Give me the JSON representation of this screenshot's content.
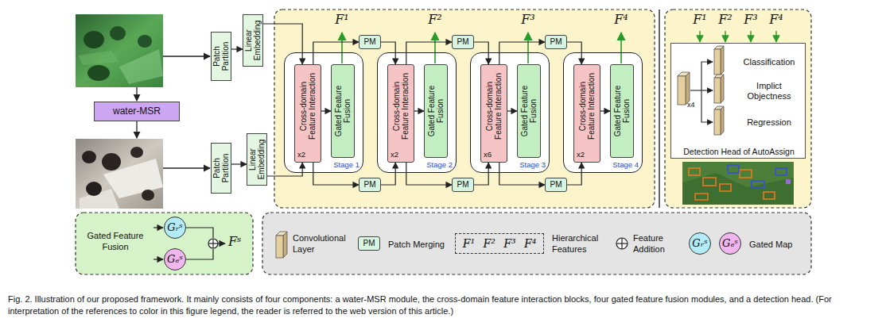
{
  "diagram": {
    "caption": "Fig. 2. Illustration of our proposed framework. It mainly consists of four components: a water-MSR module, the cross-domain feature interaction blocks, four gated feature fusion modules, and a detection head. (For interpretation of the references to color in this figure legend, the reader is referred to the web version of this article.)",
    "nodes": [
      {
        "text": [
          "water-MSR"
        ]
      },
      {
        "text": [
          "Patch Partition"
        ]
      },
      {
        "text": [
          "Linear Embedding"
        ]
      },
      {
        "text": [
          "Patch Partition"
        ]
      },
      {
        "text": [
          "Linear Embedding"
        ]
      },
      {
        "text": [
          "Stage 1"
        ]
      },
      {
        "text": [
          "Cross-domain Feature Interaction",
          "x2"
        ],
        "in": 5
      },
      {
        "text": [
          "Gated Feature Fusion"
        ],
        "in": 5
      },
      {
        "text": [
          "Stage 2"
        ]
      },
      {
        "text": [
          "Cross-domain Feature Interaction",
          "x2"
        ],
        "in": 8
      },
      {
        "text": [
          "Gated Feature Fusion"
        ],
        "in": 8
      },
      {
        "text": [
          "Stage 3"
        ]
      },
      {
        "text": [
          "Cross-domain Feature Interaction",
          "x6"
        ],
        "in": 11
      },
      {
        "text": [
          "Gated Feature Fusion"
        ],
        "in": 11
      },
      {
        "text": [
          "Stage 4"
        ]
      },
      {
        "text": [
          "Cross-domain Feature Interaction",
          "x2"
        ],
        "in": 14
      },
      {
        "text": [
          "Gated Feature Fusion"
        ],
        "in": 14
      },
      {
        "text": [
          "PM"
        ]
      },
      {
        "text": [
          "PM"
        ]
      },
      {
        "text": [
          "PM"
        ]
      },
      {
        "text": [
          "PM"
        ]
      },
      {
        "text": [
          "PM"
        ]
      },
      {
        "text": [
          "PM"
        ]
      },
      {
        "text": [
          "x4",
          "Classification",
          "Implict Objectness",
          "Regression",
          "Detection Head of AutoAssign"
        ]
      },
      {
        "text": [
          "Gated Feature Fusion"
        ]
      },
      {
        "text": [
          "Gᵣˢ"
        ],
        "in": 24
      },
      {
        "text": [
          "Gₑˢ"
        ],
        "in": 24
      },
      {
        "text": [
          "PM"
        ]
      },
      {
        "text": [
          "F¹ F² F³ F⁴"
        ]
      },
      {
        "text": [
          "Gᵣˢ"
        ]
      },
      {
        "text": [
          "Gₑˢ"
        ]
      }
    ],
    "edges": [
      {
        "from": 1,
        "to": 2,
        "arrow": "to"
      },
      {
        "from": 3,
        "to": 4,
        "arrow": "to"
      },
      {
        "from": 2,
        "to": 6,
        "arrow": "to"
      },
      {
        "from": 4,
        "to": 6,
        "arrow": "to"
      },
      {
        "from": 6,
        "to": 7,
        "arrow": "to"
      },
      {
        "from": 6,
        "to": 17,
        "arrow": "to"
      },
      {
        "from": 17,
        "to": 9,
        "arrow": "to"
      },
      {
        "from": 6,
        "to": 20,
        "arrow": "to"
      },
      {
        "from": 20,
        "to": 9,
        "arrow": "to"
      },
      {
        "from": 9,
        "to": 10,
        "arrow": "to"
      },
      {
        "from": 9,
        "to": 18,
        "arrow": "to"
      },
      {
        "from": 18,
        "to": 12,
        "arrow": "to"
      },
      {
        "from": 9,
        "to": 21,
        "arrow": "to"
      },
      {
        "from": 21,
        "to": 12,
        "arrow": "to"
      },
      {
        "from": 12,
        "to": 13,
        "arrow": "to"
      },
      {
        "from": 12,
        "to": 19,
        "arrow": "to"
      },
      {
        "from": 19,
        "to": 15,
        "arrow": "to"
      },
      {
        "from": 12,
        "to": 22,
        "arrow": "to"
      },
      {
        "from": 22,
        "to": 15,
        "arrow": "to"
      },
      {
        "from": 15,
        "to": 16,
        "arrow": "to"
      }
    ],
    "labels": [
      "F¹",
      "F²",
      "F³",
      "F⁴",
      "F¹",
      "F²",
      "F³",
      "F⁴",
      "Fˢ"
    ],
    "legend": [
      {
        "text": "Convolutional Layer"
      },
      {
        "text": "Patch Merging"
      },
      {
        "text": "Hierarchical Features"
      },
      {
        "text": "Feature Addition"
      },
      {
        "text": "Gated Map"
      }
    ]
  }
}
